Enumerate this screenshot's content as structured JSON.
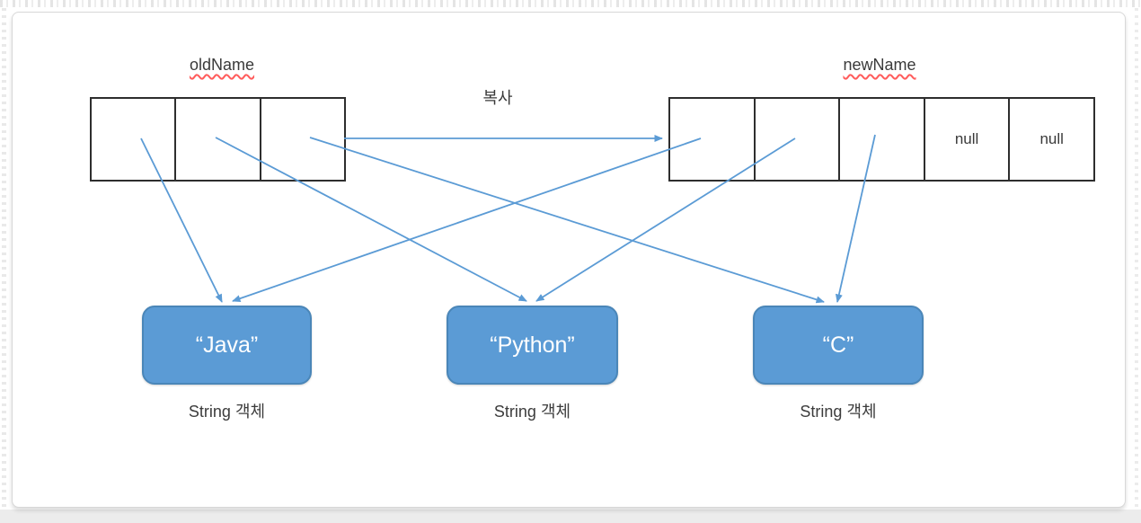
{
  "diagram": {
    "old_array": {
      "label": "oldName",
      "cells": [
        "",
        "",
        ""
      ]
    },
    "new_array": {
      "label": "newName",
      "cells": [
        "",
        "",
        "",
        "null",
        "null"
      ]
    },
    "copy_arrow_label": "복사",
    "string_objects": [
      {
        "value": "“Java”",
        "caption": "String 객체"
      },
      {
        "value": "“Python”",
        "caption": "String 객체"
      },
      {
        "value": "“C”",
        "caption": "String 객체"
      }
    ],
    "colors": {
      "object_fill": "#5b9bd5",
      "object_border": "#4a86b8",
      "arrow": "#5b9bd5",
      "array_border": "#2e2e2e",
      "text": "#3c3c3c",
      "squiggle": "#ff5b5b"
    }
  }
}
